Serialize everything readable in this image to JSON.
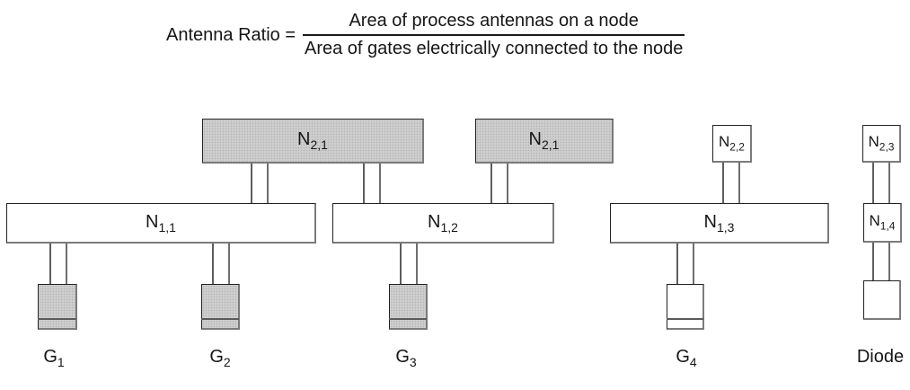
{
  "formula": {
    "lhs": "Antenna Ratio =",
    "numerator": "Area of process antennas on a node",
    "denominator": "Area of gates electrically connected to the node"
  },
  "nodes": {
    "n21a": {
      "base": "N",
      "sub": "2,1"
    },
    "n21b": {
      "base": "N",
      "sub": "2,1"
    },
    "n22": {
      "base": "N",
      "sub": "2,2"
    },
    "n23": {
      "base": "N",
      "sub": "2,3"
    },
    "n11": {
      "base": "N",
      "sub": "1,1"
    },
    "n12": {
      "base": "N",
      "sub": "1,2"
    },
    "n13": {
      "base": "N",
      "sub": "1,3"
    },
    "n14": {
      "base": "N",
      "sub": "1,4"
    }
  },
  "gates": {
    "g1": {
      "base": "G",
      "sub": "1"
    },
    "g2": {
      "base": "G",
      "sub": "2"
    },
    "g3": {
      "base": "G",
      "sub": "3"
    },
    "g4": {
      "base": "G",
      "sub": "4"
    },
    "diode": "Diode"
  },
  "colors": {
    "metal_fill": "#c9c9c9",
    "box_border_dark": "#222222",
    "box_border_gray": "#7b7b7b",
    "connection_line": "#5e5e5e",
    "background": "#ffffff"
  }
}
